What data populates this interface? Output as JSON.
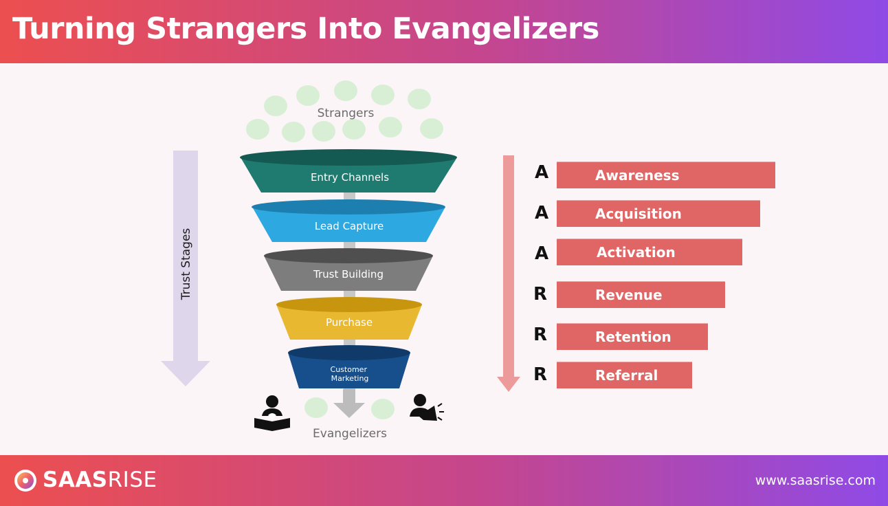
{
  "header": {
    "title": "Turning Strangers Into Evangelizers"
  },
  "diagram": {
    "top_label": "Strangers",
    "bottom_label": "Evangelizers",
    "side_label": "Trust Stages",
    "funnel": [
      {
        "label": "Entry Channels",
        "color": "#1f7a70",
        "rim": "#145a52"
      },
      {
        "label": "Lead Capture",
        "color": "#2ea8e0",
        "rim": "#1d7fb0"
      },
      {
        "label": "Trust Building",
        "color": "#7d7d7d",
        "rim": "#4f4f4f"
      },
      {
        "label": "Purchase",
        "color": "#e8b930",
        "rim": "#c8950e"
      },
      {
        "label": "Customer Marketing",
        "color": "#174f8c",
        "rim": "#0f3a6a"
      }
    ],
    "bubble_color": "#d8efd6",
    "arrow_left_color": "#ded7ec",
    "arrow_right_color": "#ec9a9a"
  },
  "metrics": [
    {
      "letter": "A",
      "label": "Awareness"
    },
    {
      "letter": "A",
      "label": "Acquisition"
    },
    {
      "letter": "A",
      "label": "Activation"
    },
    {
      "letter": "R",
      "label": "Revenue"
    },
    {
      "letter": "R",
      "label": "Retention"
    },
    {
      "letter": "R",
      "label": "Referral"
    }
  ],
  "footer": {
    "brand_bold": "SAAS",
    "brand_light": "RISE",
    "website": "www.saasrise.com"
  }
}
